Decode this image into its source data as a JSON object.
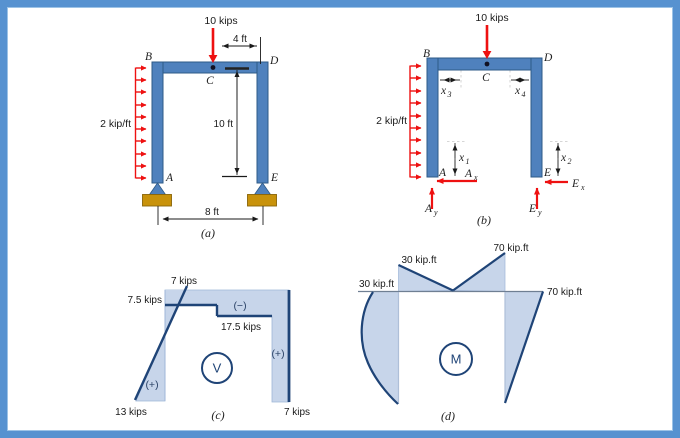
{
  "colors": {
    "page_border": "#5792d0",
    "frame_fill": "#4f81bd",
    "frame_stroke": "#2e5a87",
    "load_red": "#ee1111",
    "support_gold": "#c8920b",
    "support_gold_stroke": "#8a6508",
    "diagram_fill": "#c7d5ea",
    "diagram_fill_stroke": "#9fb6d8",
    "diagram_line": "#1f4477",
    "axis_gray": "#6f7f93",
    "text": "#1a1a1a"
  },
  "fig_a": {
    "caption": "(a)",
    "point_load_label": "10 kips",
    "dist_load_label": "2 kip/ft",
    "dim_top": "4 ft",
    "dim_height": "10 ft",
    "dim_base": "8 ft",
    "node_a": "A",
    "node_b": "B",
    "node_c": "C",
    "node_d": "D",
    "node_e": "E"
  },
  "fig_b": {
    "caption": "(b)",
    "point_load_label": "10 kips",
    "dist_load_label": "2 kip/ft",
    "node_a": "A",
    "node_b": "B",
    "node_c": "C",
    "node_d": "D",
    "node_e": "E",
    "x1_base": "x",
    "x1_sub": "1",
    "x2_base": "x",
    "x2_sub": "2",
    "x3_base": "x",
    "x3_sub": "3",
    "x4_base": "x",
    "x4_sub": "4",
    "ax_base": "A",
    "ax_sub": "x",
    "ay_base": "A",
    "ay_sub": "y",
    "ex_base": "E",
    "ex_sub": "x",
    "ey_base": "E",
    "ey_sub": "y"
  },
  "fig_c": {
    "caption": "(c)",
    "symbol": "V",
    "val_top": "7 kips",
    "val_left": "7.5 kips",
    "val_mid": "17.5 kips",
    "val_bottom_left": "13 kips",
    "val_bottom_right": "7 kips",
    "sign_beam": "(−)",
    "sign_left_col": "(+)",
    "sign_right_col": "(+)"
  },
  "fig_d": {
    "caption": "(d)",
    "symbol": "M",
    "val_col_left": "30 kip.ft",
    "val_beam_left": "30 kip.ft",
    "val_beam_right": "70 kip.ft",
    "val_col_right": "70 kip.ft"
  }
}
